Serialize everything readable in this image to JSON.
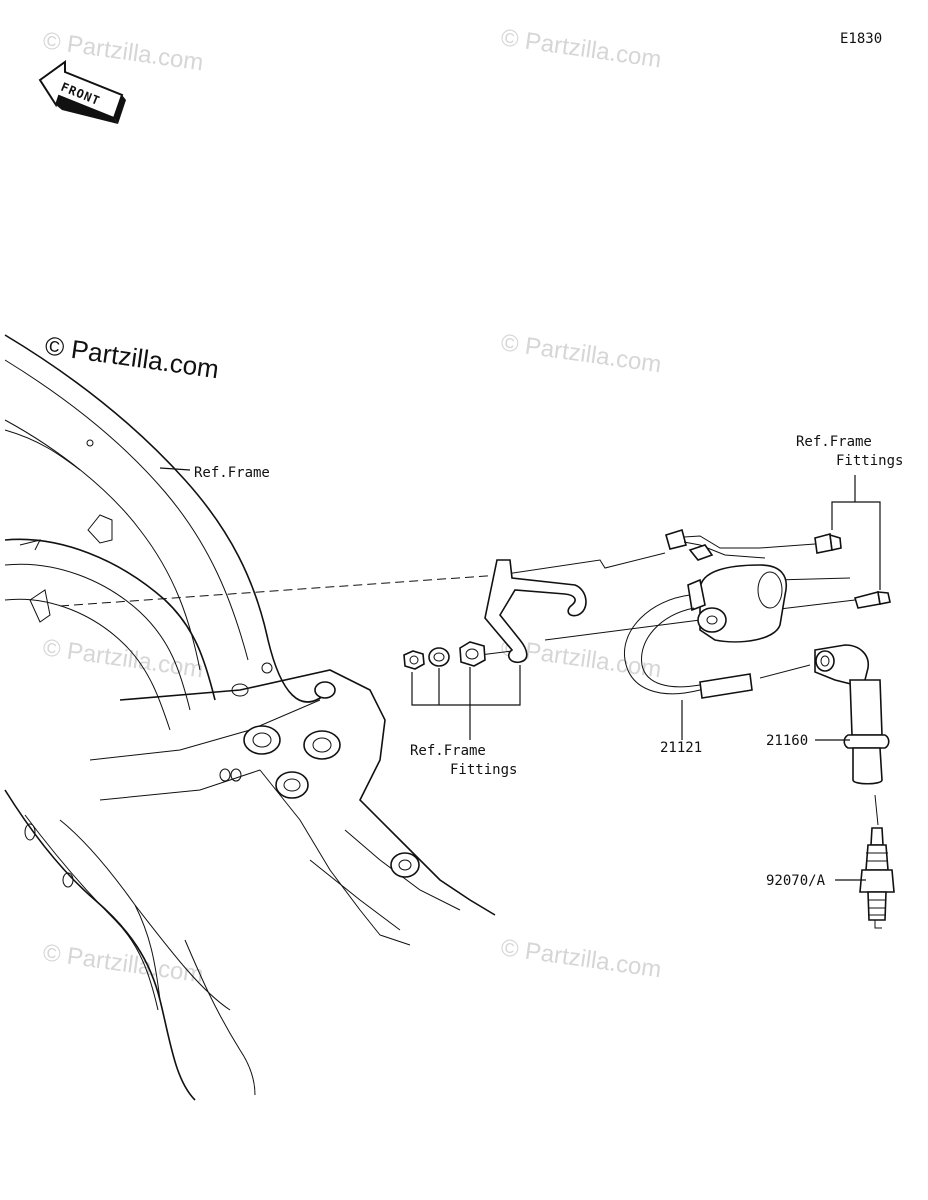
{
  "diagram_code": "E1830",
  "front_arrow": {
    "label": "FRONT"
  },
  "brand": {
    "text": "© Partzilla.com"
  },
  "watermarks": [
    "© Partzilla.com",
    "© Partzilla.com",
    "© Partzilla.com",
    "© Partzilla.com",
    "© Partzilla.com",
    "© Partzilla.com",
    "© Partzilla.com"
  ],
  "callouts": {
    "frame_ref": "Ref.Frame",
    "fittings_top_line1": "Ref.Frame",
    "fittings_top_line2": "Fittings",
    "fittings_bottom_line1": "Ref.Frame",
    "fittings_bottom_line2": "Fittings",
    "part_coil": "21121",
    "part_cap": "21160",
    "part_plug": "92070/A"
  }
}
